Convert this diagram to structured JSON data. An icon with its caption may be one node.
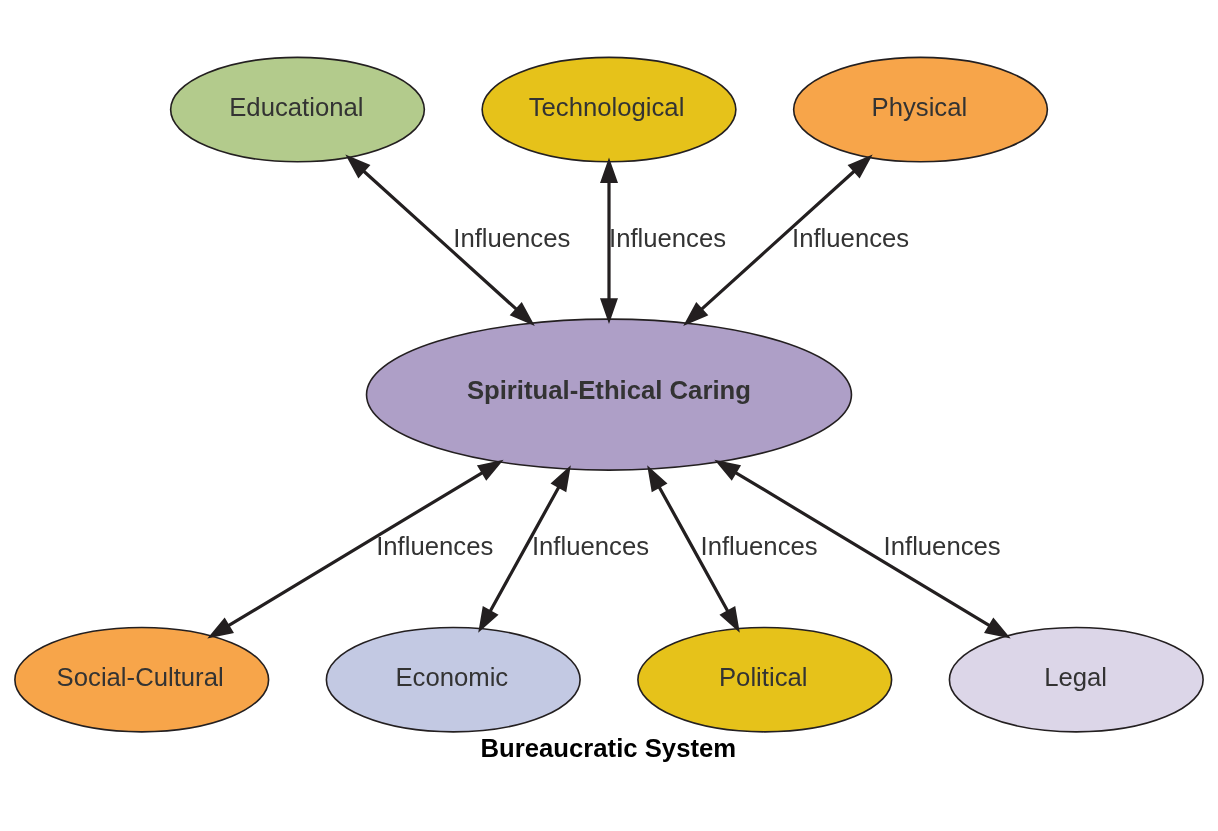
{
  "diagram": {
    "caption": "Bureaucratic System",
    "nodes": [
      {
        "text": [
          "Technological"
        ]
      },
      {
        "text": [
          "Educational"
        ]
      },
      {
        "text": [
          "Physical"
        ]
      },
      {
        "text": [
          "Spiritual-Ethical Caring"
        ]
      },
      {
        "text": [
          "Social-Cultural"
        ]
      },
      {
        "text": [
          "Legal"
        ]
      },
      {
        "text": [
          "Economic"
        ]
      },
      {
        "text": [
          "Political"
        ]
      }
    ],
    "edges": [
      {
        "from": 1,
        "to": 3,
        "arrow": "both",
        "label": "Influences"
      },
      {
        "from": 0,
        "to": 3,
        "arrow": "both",
        "label": "Influences"
      },
      {
        "from": 2,
        "to": 3,
        "arrow": "both",
        "label": "Influences"
      },
      {
        "from": 3,
        "to": 4,
        "arrow": "both",
        "label": "Influences"
      },
      {
        "from": 3,
        "to": 6,
        "arrow": "both",
        "label": "Influences"
      },
      {
        "from": 3,
        "to": 7,
        "arrow": "both",
        "label": "Influences"
      },
      {
        "from": 3,
        "to": 5,
        "arrow": "both",
        "label": "Influences"
      }
    ]
  }
}
